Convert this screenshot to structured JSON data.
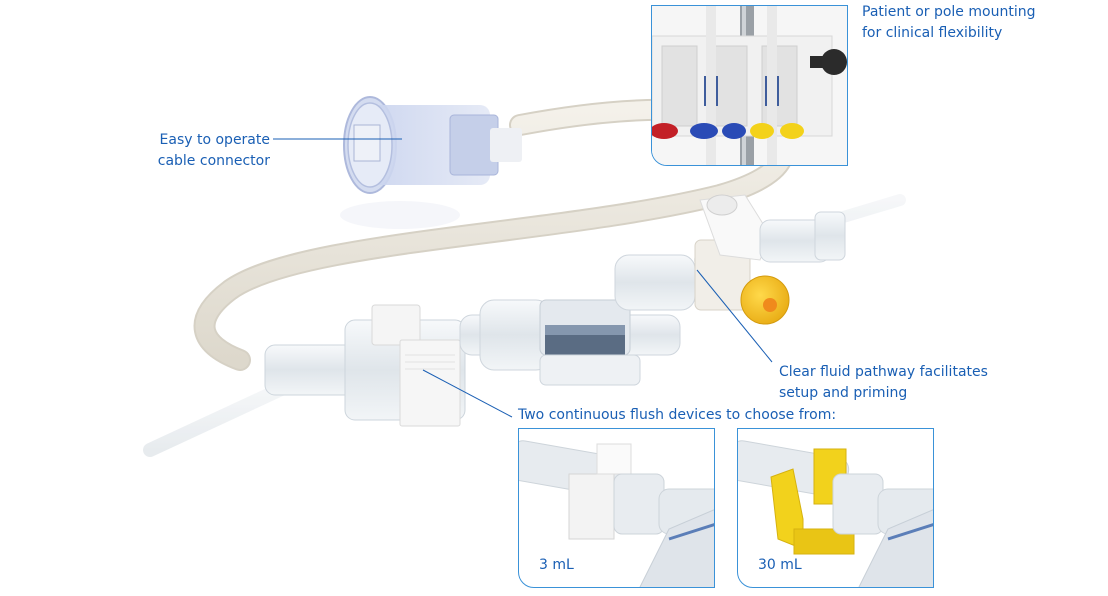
{
  "callouts": {
    "cable_connector": {
      "line1": "Easy to operate",
      "line2": "cable connector"
    },
    "mounting": {
      "line1": "Patient or pole mounting",
      "line2": "for clinical flexibility"
    },
    "fluid_pathway": {
      "line1": "Clear fluid pathway facilitates",
      "line2": "setup and priming"
    },
    "flush_devices": {
      "text": "Two continuous flush devices to choose from:"
    }
  },
  "insets": {
    "mounting_photo": {
      "alt": "Pole-mounted transducer holders"
    },
    "flush_3ml": {
      "caption": "3 mL",
      "tab_color": "#f4f4f4"
    },
    "flush_30ml": {
      "caption": "30 mL",
      "tab_color": "#f2d21c"
    }
  },
  "colors": {
    "text_accent": "#1a5fb4",
    "border_accent": "#3a92d8",
    "stopcock_cap": "#f5c418",
    "cable": "#ece8df"
  }
}
